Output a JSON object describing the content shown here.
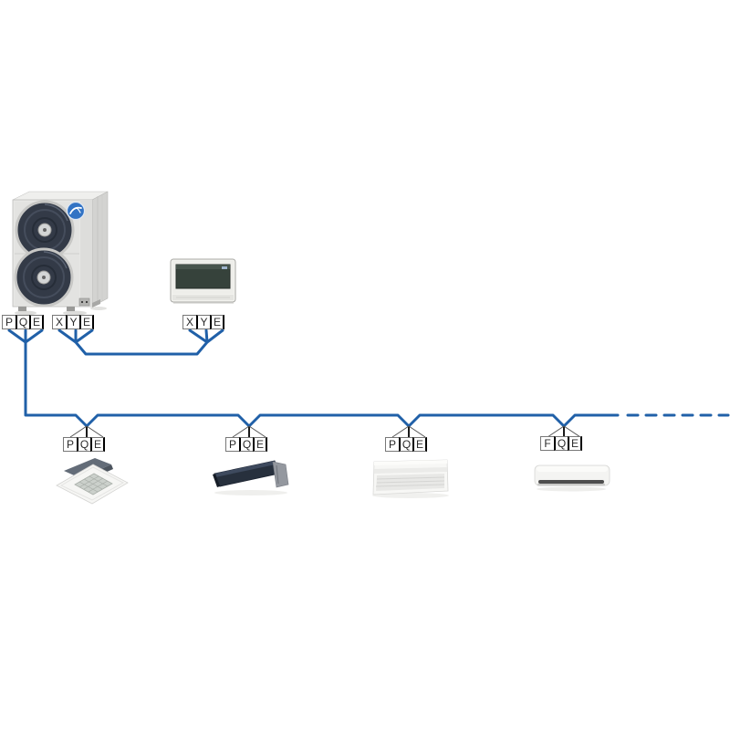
{
  "diagram_type": "air-conditioner-control-wiring-diagram",
  "colors": {
    "background": "#ffffff",
    "wire_blue": "#2060a8",
    "drop_line_black": "#1a1a1a",
    "terminal_border": "#777777",
    "logo_blue": "#3273c4"
  },
  "outdoor_unit": {
    "type": "outdoor-unit-two-fans",
    "blocks": {
      "power": {
        "cells": [
          "P",
          "Q",
          "E"
        ]
      },
      "comm": {
        "cells": [
          "X",
          "Y",
          "E"
        ]
      }
    }
  },
  "controller": {
    "type": "wired-remote-controller",
    "block": {
      "cells": [
        "X",
        "Y",
        "E"
      ]
    }
  },
  "indoor_units": [
    {
      "type": "cassette-indoor-unit",
      "block": {
        "cells": [
          "P",
          "Q",
          "E"
        ]
      }
    },
    {
      "type": "duct-indoor-unit",
      "block": {
        "cells": [
          "P",
          "Q",
          "E"
        ]
      }
    },
    {
      "type": "console-indoor-unit",
      "block": {
        "cells": [
          "P",
          "Q",
          "E"
        ]
      }
    },
    {
      "type": "wall-mounted-indoor-unit",
      "block": {
        "cells": [
          "F",
          "Q",
          "E"
        ]
      }
    }
  ],
  "bus": {
    "solid_then_dashed": "continuation-dashes-right"
  }
}
